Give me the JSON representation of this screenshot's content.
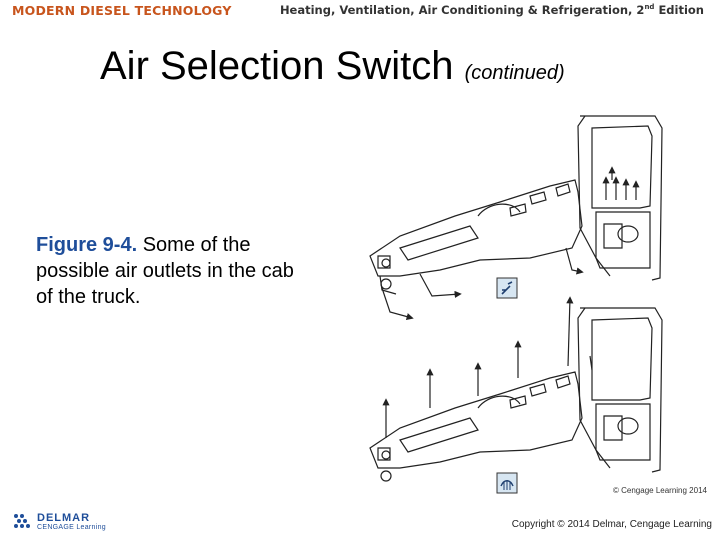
{
  "header": {
    "brand": "MODERN DIESEL TECHNOLOGY",
    "book_title": "Heating, Ventilation, Air Conditioning & Refrigeration, 2",
    "edition_sup": "nd",
    "edition_word": " Edition"
  },
  "slide": {
    "title": "Air Selection Switch",
    "title_suffix": "(continued)"
  },
  "figure": {
    "label": "Figure 9-4.",
    "caption": " Some of the possible air outlets in the cab of the truck.",
    "credit": "© Cengage Learning 2014"
  },
  "footer": {
    "logo_line1": "DELMAR",
    "logo_line2": "CENGAGE Learning",
    "copyright": "Copyright © 2014 Delmar, Cengage Learning"
  },
  "colors": {
    "brand": "#c8551d",
    "figure_label": "#1f4e9a"
  }
}
